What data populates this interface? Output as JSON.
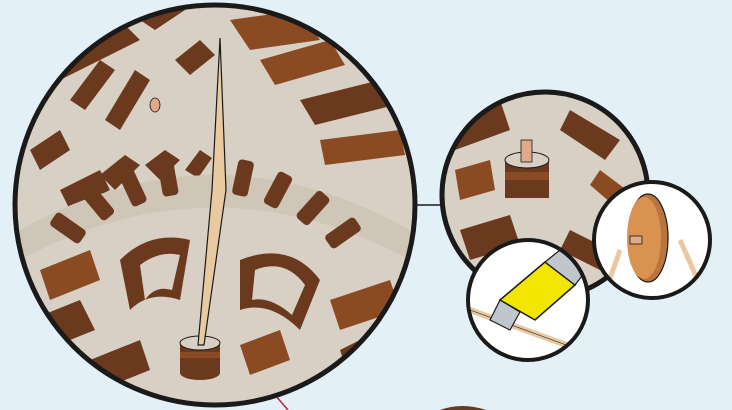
{
  "illustration": {
    "panels": [
      {
        "id": "main-zoom",
        "subject": "toothpick-inserted-through-gear-hub"
      },
      {
        "id": "secondary-zoom",
        "subject": "peg-in-gear-hub"
      },
      {
        "id": "cutter-detail",
        "subject": "utility-knife-cutting-toothpick"
      },
      {
        "id": "disc-detail",
        "subject": "disc-with-peg"
      }
    ]
  },
  "colors": {
    "background": "#e4f0f8",
    "wood_light": "#d8d0c4",
    "wood_dark": "#6b3a1e",
    "wood_mid": "#8a4a22",
    "toothpick": "#e8c9a0",
    "outline": "#1a1a1a",
    "knife_yellow": "#f2e600",
    "knife_blade": "#bfc7cc",
    "leader_line": "#c0203a"
  }
}
